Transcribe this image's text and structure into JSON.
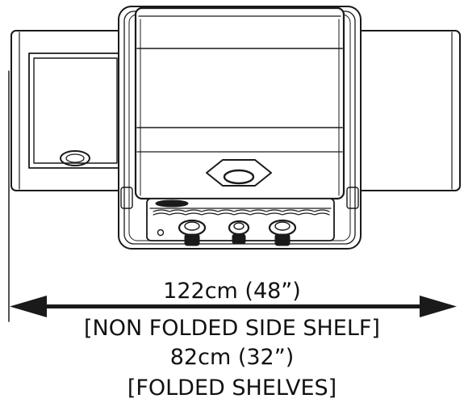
{
  "dimensions": {
    "non_folded_value": "122cm (48”)",
    "non_folded_note": "[NON FOLDED SIDE SHELF]",
    "folded_value": "82cm (32”)",
    "folded_note": "[FOLDED SHELVES]"
  },
  "colors": {
    "line": "#1a1a1a",
    "fill": "#ffffff"
  }
}
